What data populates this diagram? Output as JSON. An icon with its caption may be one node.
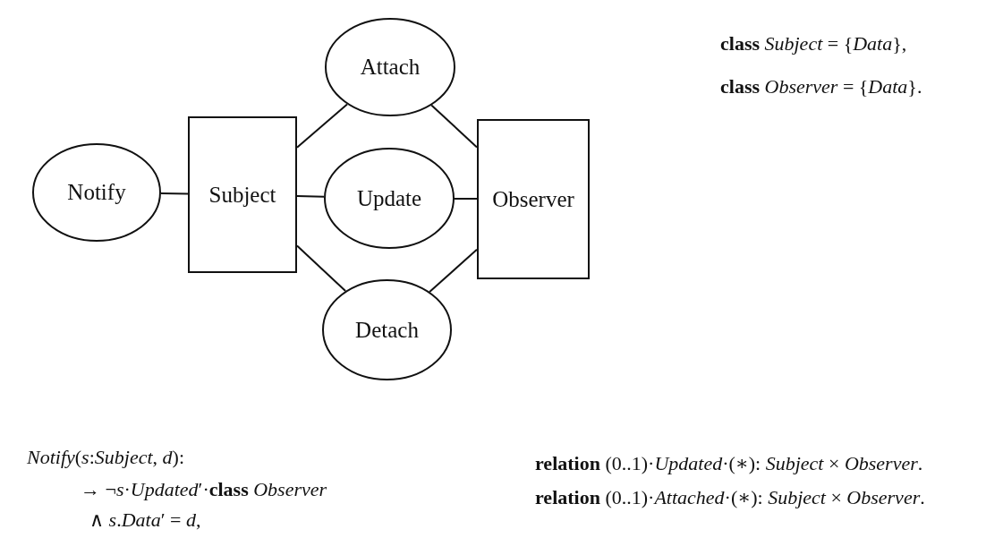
{
  "diagram": {
    "nodes": [
      {
        "text": [
          "Attach"
        ]
      },
      {
        "text": [
          "Notify"
        ]
      },
      {
        "text": [
          "Subject"
        ]
      },
      {
        "text": [
          "Update"
        ]
      },
      {
        "text": [
          "Observer"
        ]
      },
      {
        "text": [
          "Detach"
        ]
      }
    ],
    "edges": [
      {
        "from": 1,
        "to": 2,
        "arrow": "none"
      },
      {
        "from": 2,
        "to": 0,
        "arrow": "none"
      },
      {
        "from": 0,
        "to": 4,
        "arrow": "none"
      },
      {
        "from": 2,
        "to": 3,
        "arrow": "none"
      },
      {
        "from": 3,
        "to": 4,
        "arrow": "none"
      },
      {
        "from": 2,
        "to": 5,
        "arrow": "none"
      },
      {
        "from": 5,
        "to": 4,
        "arrow": "none"
      }
    ],
    "labels": [
      "**class** *Subject* = {*Data*},",
      "**class** *Observer* = {*Data*}.",
      "*Notify*(*s*:*Subject*, *d*):",
      "→ ¬*s*·*Updated*′·**class** *Observer*",
      "∧ *s*.*Data*′ = *d*,",
      "**relation** (0..1)·*Updated*·(∗): *Subject* × *Observer*.",
      "**relation** (0..1)·*Attached*·(∗): *Subject* × *Observer*."
    ]
  }
}
